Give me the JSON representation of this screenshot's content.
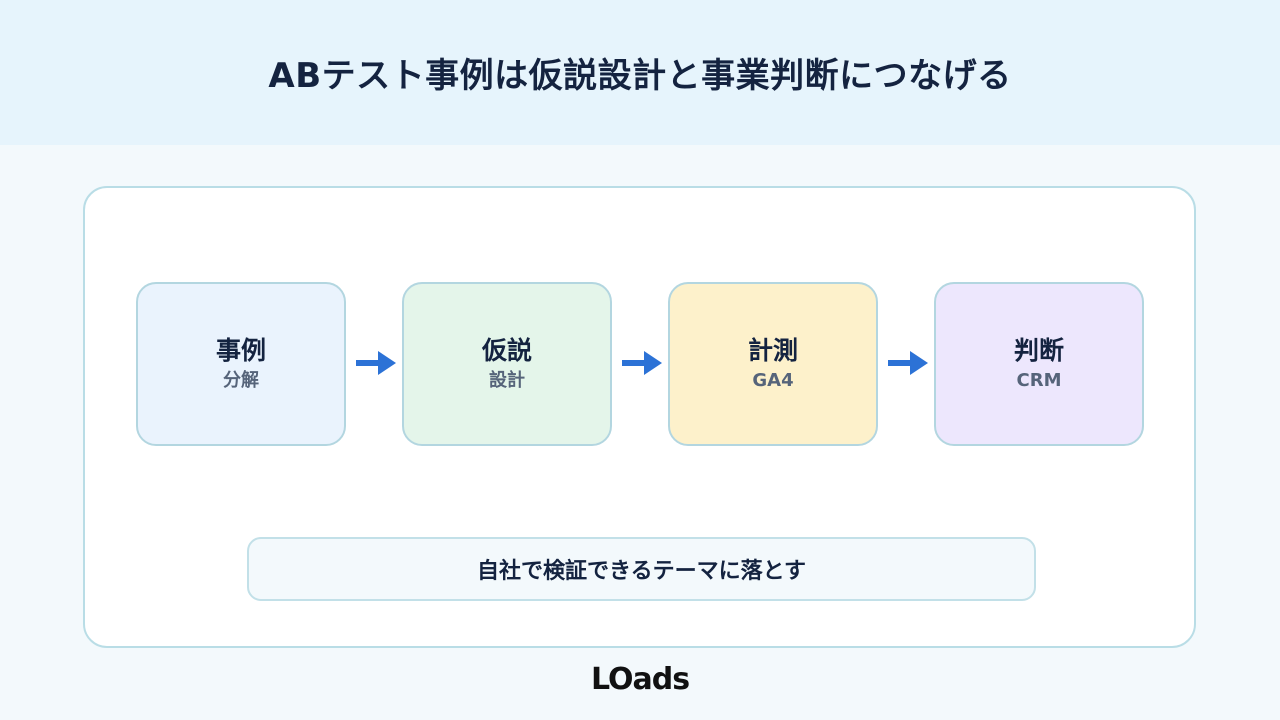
{
  "header": {
    "title": "ABテスト事例は仮説設計と事業判断につなげる"
  },
  "steps": [
    {
      "label": "事例",
      "sub": "分解",
      "color": "#eaf3fd"
    },
    {
      "label": "仮説",
      "sub": "設計",
      "color": "#e4f5ea"
    },
    {
      "label": "計測",
      "sub": "GA4",
      "color": "#fdf1cb"
    },
    {
      "label": "判断",
      "sub": "CRM",
      "color": "#ede7fd"
    }
  ],
  "arrow_color": "#2c72d6",
  "footer": {
    "text": "自社で検証できるテーマに落とす"
  },
  "brand": {
    "logo": "LOads"
  }
}
